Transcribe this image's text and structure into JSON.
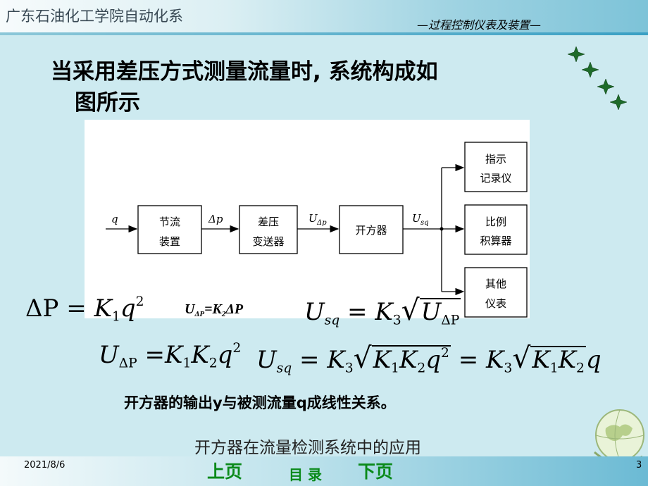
{
  "header": {
    "school": "广东石油化工学院自动化系",
    "course": "—过程控制仪表及装置—"
  },
  "title": {
    "line1": "当采用差压方式测量流量时, 系统构成如",
    "line2": "图所示"
  },
  "diagram": {
    "input_label": "q",
    "blocks": {
      "throttle": [
        "节流",
        "装置"
      ],
      "transmitter": [
        "差压",
        "变送器"
      ],
      "extractor": [
        "开方器"
      ],
      "recorder": [
        "指示",
        "记录仪"
      ],
      "integrator": [
        "比例",
        "积算器"
      ],
      "other": [
        "其他",
        "仪表"
      ]
    },
    "signals": {
      "dp": "Δp",
      "u_dp": "U",
      "u_dp_sub": "Δp",
      "u_sq": "U",
      "u_sq_sub": "sq"
    }
  },
  "formulas": {
    "f1": {
      "lhs": "ΔP",
      "eq": "=",
      "k": "K",
      "k_sub": "1",
      "var": "q",
      "pow": "2"
    },
    "f2": {
      "u": "U",
      "u_sub": "ΔP",
      "eq": "=K",
      "k_sub": "2",
      "rhs": "ΔP"
    },
    "f3": {
      "u": "U",
      "u_sub": "sq",
      "eq": "=",
      "k": "K",
      "k_sub": "3",
      "inner": "U",
      "inner_sub": "ΔP"
    },
    "f4": {
      "u": "U",
      "u_sub": "ΔP",
      "eq": "=",
      "k1": "K",
      "k1_sub": "1",
      "k2": "K",
      "k2_sub": "2",
      "var": "q",
      "pow": "2"
    },
    "f5": {
      "u": "U",
      "u_sub": "sq",
      "eq": "=",
      "k3": "K",
      "k3_sub": "3",
      "in_k1": "K",
      "in_k1_sub": "1",
      "in_k2": "K",
      "in_k2_sub": "2",
      "in_q": "q",
      "in_pow": "2",
      "eq2": "=",
      "r_k3": "K",
      "r_k3_sub": "3",
      "r_k1": "K",
      "r_k1_sub": "1",
      "r_k2": "K",
      "r_k2_sub": "2",
      "r_q": "q"
    }
  },
  "conclusion": "开方器的输出y与被测流量q成线性关系。",
  "caption": "开方器在流量检测系统中的应用",
  "footer": {
    "date": "2021/8/6",
    "page": "3",
    "prev": "上页",
    "toc": "目 录",
    "next": "下页"
  }
}
